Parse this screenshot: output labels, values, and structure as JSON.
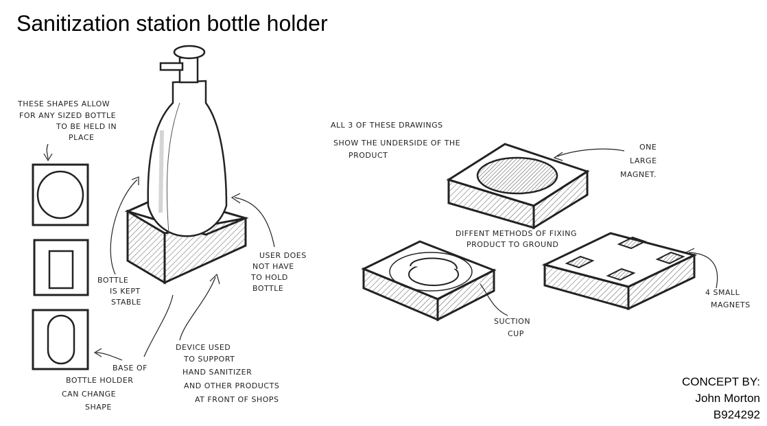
{
  "title": "Sanitization station bottle holder",
  "annotations": {
    "shapes_note": [
      "THESE SHAPES ALLOW",
      "FOR ANY SIZED BOTTLE",
      "TO BE HELD IN",
      "PLACE"
    ],
    "stable_note": [
      "BOTTLE",
      "IS KEPT",
      "STABLE"
    ],
    "user_note": [
      "USER DOES",
      "NOT HAVE",
      "TO HOLD",
      "BOTTLE"
    ],
    "base_note": [
      "BASE OF",
      "BOTTLE HOLDER",
      "CAN CHANGE",
      "SHAPE"
    ],
    "device_note": [
      "DEVICE USED",
      "TO SUPPORT",
      "HAND SANITIZER",
      "AND OTHER PRODUCTS",
      "AT FRONT OF SHOPS"
    ],
    "underside_note": [
      "ALL 3 OF THESE DRAWINGS",
      "SHOW THE UNDERSIDE OF THE",
      "PRODUCT"
    ],
    "magnet_note": [
      "ONE",
      "LARGE",
      "MAGNET."
    ],
    "fixing_note": [
      "DIFFENT METHODS OF FIXING",
      "PRODUCT TO GROUND"
    ],
    "suction_note": [
      "SUCTION",
      "CUP"
    ],
    "small_magnets_note": [
      "4 SMALL",
      "MAGNETS"
    ]
  },
  "credit": {
    "label": "CONCEPT BY:",
    "name": "John Morton",
    "id": "B924292"
  },
  "colors": {
    "ink": "#222222",
    "paper": "#ffffff",
    "hatch": "#555555"
  }
}
